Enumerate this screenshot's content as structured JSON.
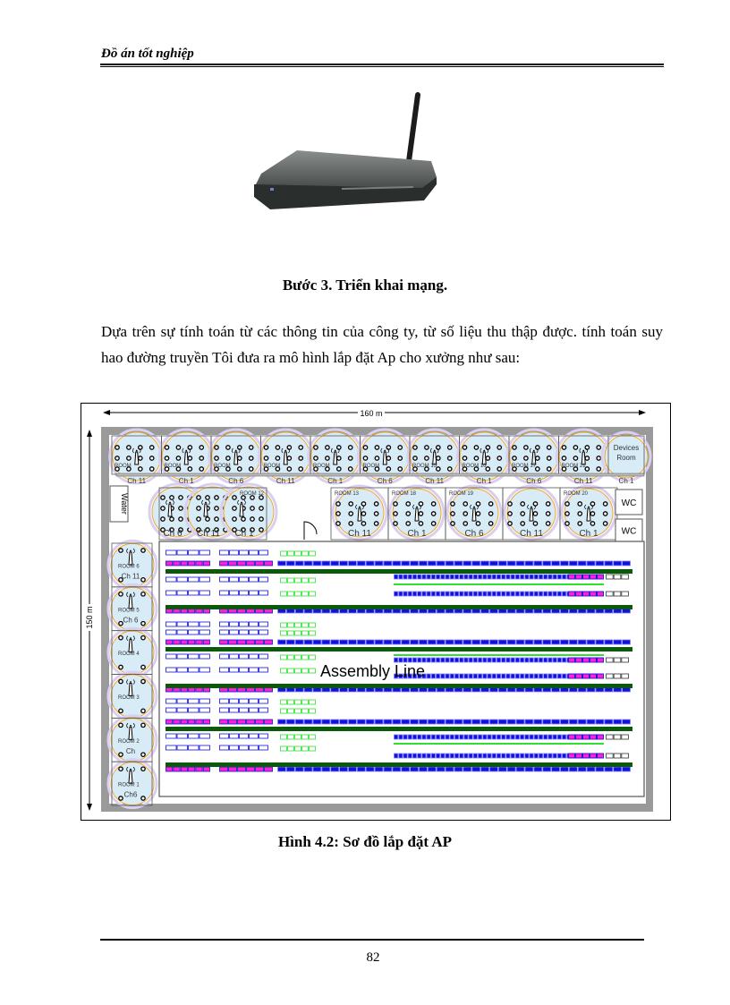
{
  "header": {
    "title": "Đồ án tốt nghiệp"
  },
  "step_heading": "Bước 3. Triển khai mạng.",
  "paragraph": "Dựa trên sự tính toán từ các thông tin của công ty, từ số liệu thu thập được. tính toán suy hao đường truyền Tôi đưa ra mô hình lắp đặt Ap cho xưởng như sau:",
  "figure": {
    "width_label": "160 m",
    "height_label": "150 m",
    "assembly_label": "Assembly Line",
    "water_label": "Water",
    "wc_labels": [
      "WC",
      "WC"
    ],
    "devices_room": [
      "Devices",
      "Room"
    ],
    "top_rooms": [
      {
        "room": "ROOM",
        "ch": "Ch 11"
      },
      {
        "room": "ROOM",
        "ch": "Ch 1"
      },
      {
        "room": "ROOM",
        "ch": "Ch 6"
      },
      {
        "room": "ROOM",
        "ch": "Ch 11"
      },
      {
        "room": "ROOM",
        "ch": "Ch 1"
      },
      {
        "room": "ROOM",
        "ch": "Ch 6"
      },
      {
        "room": "ROOM 15",
        "ch": "Ch 11"
      },
      {
        "room": "ROOM 16",
        "ch": "Ch 1"
      },
      {
        "room": "ROOM 17",
        "ch": "Ch 6"
      },
      {
        "room": "ROOM 21",
        "ch": "Ch 11"
      }
    ],
    "devices_ch": "Ch 1",
    "mid_left_rooms": {
      "room": "ROOM 12",
      "channels": [
        "Ch 6",
        "Ch 11",
        "Ch 1"
      ]
    },
    "mid_rooms": [
      {
        "room": "ROOM 13",
        "ch": "Ch 11"
      },
      {
        "room": "ROOM 18",
        "ch": "Ch 1"
      },
      {
        "room": "ROOM 19",
        "ch": "Ch 6"
      },
      {
        "room": "",
        "ch": "Ch 11"
      },
      {
        "room": "ROOM 20",
        "ch": "Ch 1"
      }
    ],
    "left_rooms": [
      {
        "room": "ROOM 6",
        "ch": "Ch 11"
      },
      {
        "room": "ROOM 5",
        "ch": "Ch 6"
      },
      {
        "room": "ROOM 4",
        "ch": ""
      },
      {
        "room": "ROOM 3",
        "ch": ""
      },
      {
        "room": "ROOM 2",
        "ch": "Ch"
      },
      {
        "room": "ROOM 1",
        "ch": "Ch6"
      }
    ],
    "colors": {
      "coverage": "#d8ecf8",
      "coverage_ring": "#f5a623",
      "station": "#1010e0",
      "station_highlight": "#ff20d0",
      "line": "#0a5a0a",
      "conveyor": "#30e030",
      "wall": "#9a9a9a"
    }
  },
  "caption": "Hình 4.2: Sơ đồ lắp đặt AP",
  "page_number": "82"
}
